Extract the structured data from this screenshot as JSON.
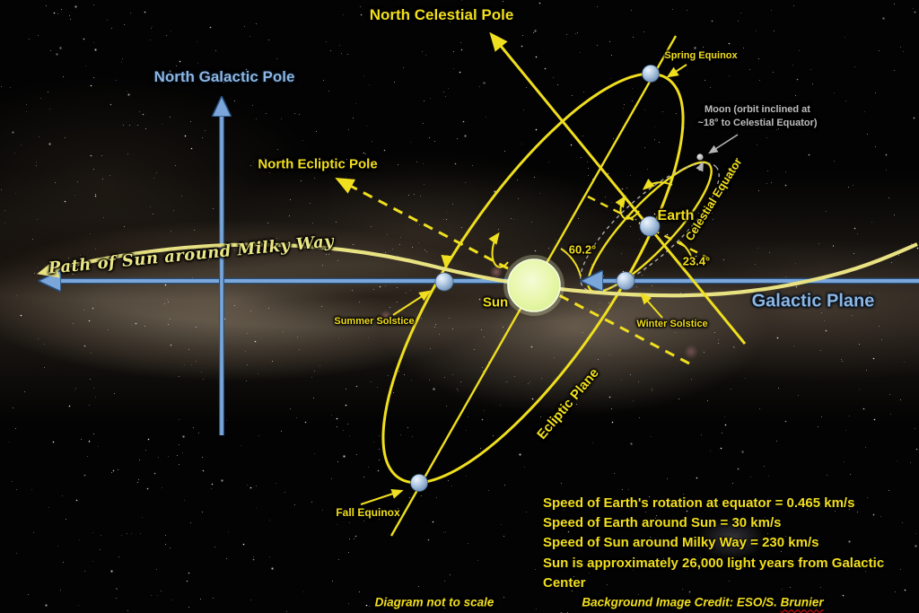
{
  "colors": {
    "label_yellow": "#f2df1c",
    "label_blue": "#8db6e2",
    "line_yellow": "#f0df1f",
    "line_blue": "#7aa6d9",
    "path_pale_yellow": "#e8e283",
    "moon_gray": "#bdbdbd",
    "sun_fill": "#e3f6a2"
  },
  "labels": {
    "north_celestial_pole": "North Celestial Pole",
    "north_galactic_pole": "North Galactic Pole",
    "north_ecliptic_pole": "North Ecliptic Pole",
    "galactic_plane": "Galactic Plane",
    "ecliptic_plane": "Ecliptic Plane",
    "celestial_equator": "Celestial Equator",
    "path_of_sun": "Path of Sun around Milky Way",
    "sun": "Sun",
    "earth": "Earth",
    "moon_line1": "Moon (orbit inclined at",
    "moon_line2": "~18° to Celestial Equator)",
    "spring_equinox": "Spring Equinox",
    "summer_solstice": "Summer Solstice",
    "winter_solstice": "Winter Solstice",
    "fall_equinox": "Fall Equinox",
    "angle_galactic_celestial": "60.2°",
    "angle_obliquity": "23.4°"
  },
  "facts": [
    "Speed of Earth's rotation at equator = 0.465 km/s",
    "Speed of Earth around Sun = 30 km/s",
    "Speed of Sun around Milky Way = 230 km/s",
    "Sun is approximately 26,000 light years from Galactic Center"
  ],
  "footer": {
    "note": "Diagram not to scale",
    "credit_prefix": "Background Image Credit: ESO/S. ",
    "credit_name": "Brunier"
  }
}
